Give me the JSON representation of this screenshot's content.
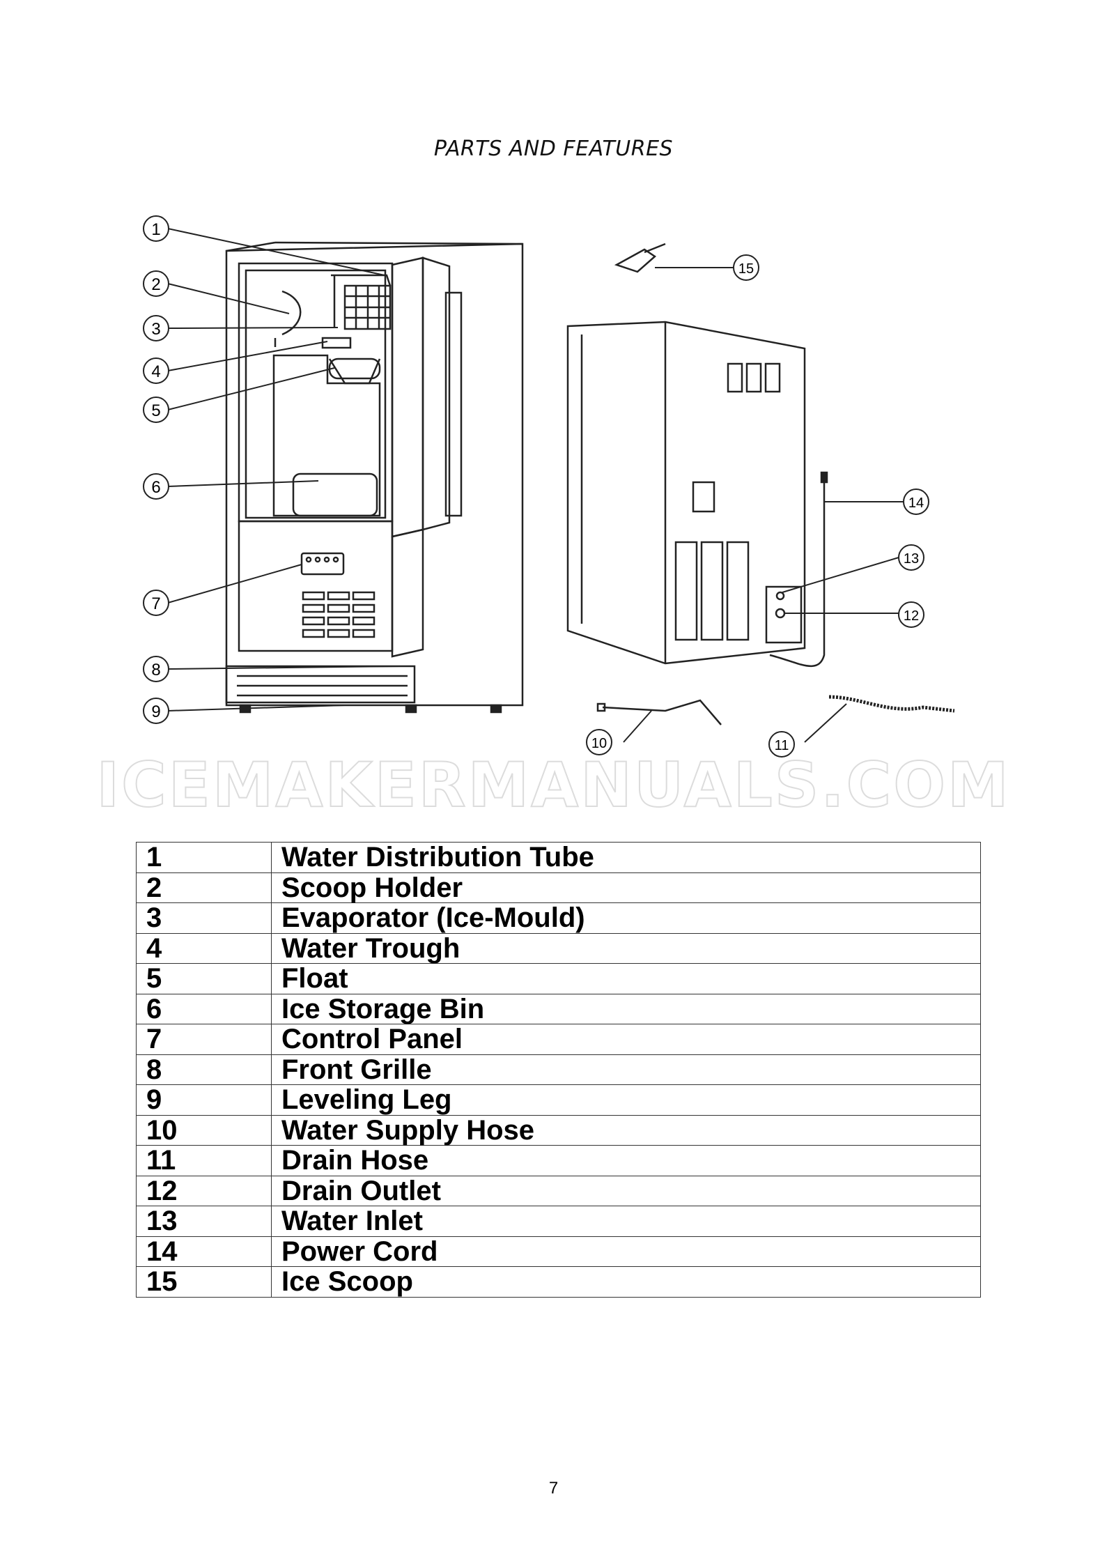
{
  "header": {
    "title": "PARTS AND FEATURES"
  },
  "watermark": {
    "text": "ICEMAKERMANUALS.COM"
  },
  "callouts": [
    "1",
    "2",
    "3",
    "4",
    "5",
    "6",
    "7",
    "8",
    "9",
    "10",
    "11",
    "12",
    "13",
    "14",
    "15"
  ],
  "parts": [
    {
      "number": "1",
      "name": "Water Distribution Tube"
    },
    {
      "number": "2",
      "name": "Scoop Holder"
    },
    {
      "number": "3",
      "name": "Evaporator (Ice-Mould)"
    },
    {
      "number": "4",
      "name": "Water Trough"
    },
    {
      "number": "5",
      "name": "Float"
    },
    {
      "number": "6",
      "name": "Ice Storage Bin"
    },
    {
      "number": "7",
      "name": "Control Panel"
    },
    {
      "number": "8",
      "name": "Front Grille"
    },
    {
      "number": "9",
      "name": "Leveling Leg"
    },
    {
      "number": "10",
      "name": "Water Supply Hose"
    },
    {
      "number": "11",
      "name": "Drain Hose"
    },
    {
      "number": "12",
      "name": "Drain Outlet"
    },
    {
      "number": "13",
      "name": "Water Inlet"
    },
    {
      "number": "14",
      "name": "Power Cord"
    },
    {
      "number": "15",
      "name": "Ice Scoop"
    }
  ],
  "footer": {
    "page_number": "7"
  }
}
